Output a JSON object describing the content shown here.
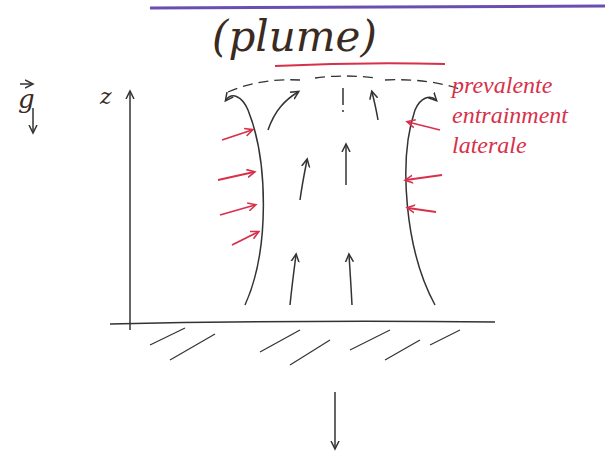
{
  "diagram": {
    "title": "(plume)",
    "labels": [
      "g",
      "z",
      "prevalente entrainment laterale"
    ]
  }
}
